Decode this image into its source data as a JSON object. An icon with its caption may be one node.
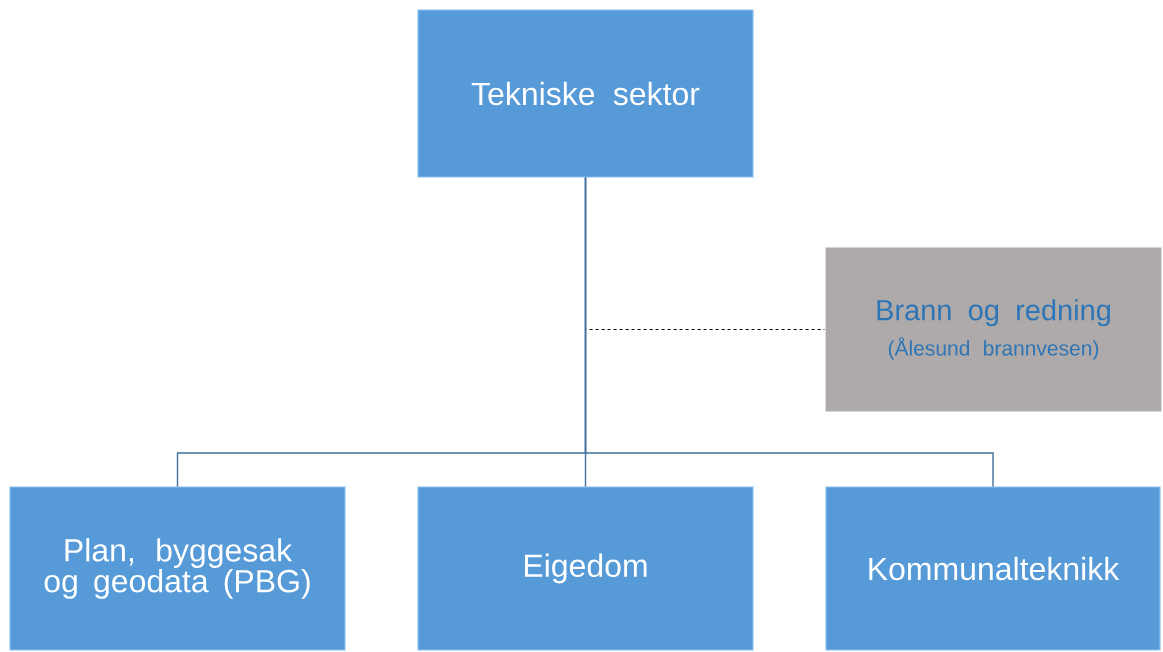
{
  "diagram": {
    "nodes": [
      {
        "text": [
          "Tekniske sektor"
        ]
      },
      {
        "text": [
          "Brann og redning",
          "(Ålesund brannvesen)"
        ]
      },
      {
        "text": [
          "Plan, byggesak og geodata (PBG)"
        ]
      },
      {
        "text": [
          "Eigedom"
        ]
      },
      {
        "text": [
          "Kommunalteknikk"
        ]
      }
    ],
    "edges": [
      {
        "from": 0,
        "to": 1,
        "arrow": "none",
        "style": "dashed",
        "color": "#000000"
      },
      {
        "from": 0,
        "to": 2,
        "arrow": "none"
      },
      {
        "from": 0,
        "to": 3,
        "arrow": "none"
      },
      {
        "from": 0,
        "to": 4,
        "arrow": "none"
      }
    ]
  }
}
